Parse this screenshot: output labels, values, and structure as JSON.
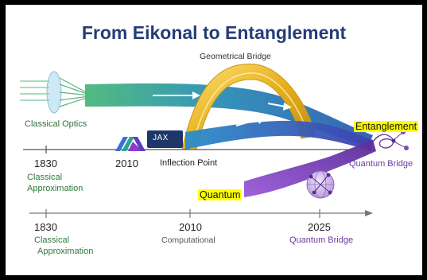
{
  "title": "From Eikonal to Entanglement",
  "bridge_label": "Geometrical Bridge",
  "classical_optics": "Classical Optics",
  "entanglement": "Entanglement",
  "quantum": "Quantum",
  "jax": "JAX",
  "upper_timeline": {
    "y1830": "1830",
    "y1830_label_line1": "Classical",
    "y1830_label_line2": "Approximation",
    "y2010": "2010",
    "inflection": "Inflection Point",
    "quantum_bridge": "Quantum Bridge"
  },
  "lower_timeline": {
    "y1830": "1830",
    "y1830_label_line1": "Classical",
    "y1830_label_line2": "Approximation",
    "y2010": "2010",
    "y2010_label": "Computational",
    "y2025": "2025",
    "y2025_label": "Quantum Bridge"
  },
  "colors": {
    "title": "#243d76",
    "highlight": "#ffff00",
    "green_arrow": "#3aa56b",
    "blue_arrow": "#1f5fb0",
    "purple_arrow": "#7a3bc2",
    "gold_arch": "#e8b923"
  },
  "icons": [
    "lens-icon",
    "jax-logo-icon",
    "globe-network-icon",
    "entanglement-network-icon"
  ]
}
